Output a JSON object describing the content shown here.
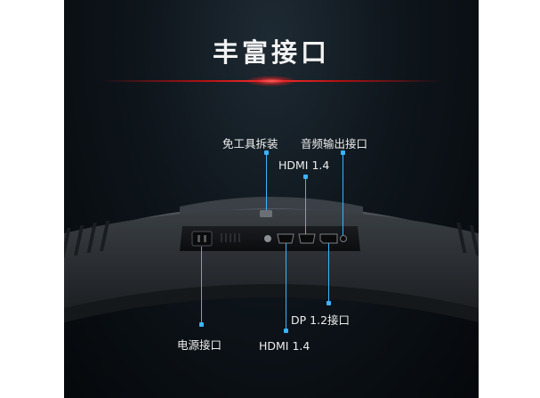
{
  "title": "丰富接口",
  "labels": {
    "tool_free": "免工具拆装",
    "audio_out": "音频输出接口",
    "hdmi_top": "HDMI 1.4",
    "power": "电源接口",
    "hdmi_bottom": "HDMI 1.4",
    "dp": "DP 1.2接口"
  },
  "colors": {
    "accent_red": "#ff3030",
    "callout_blue": "#3ab4ff",
    "background_dark": "#0e151b"
  }
}
